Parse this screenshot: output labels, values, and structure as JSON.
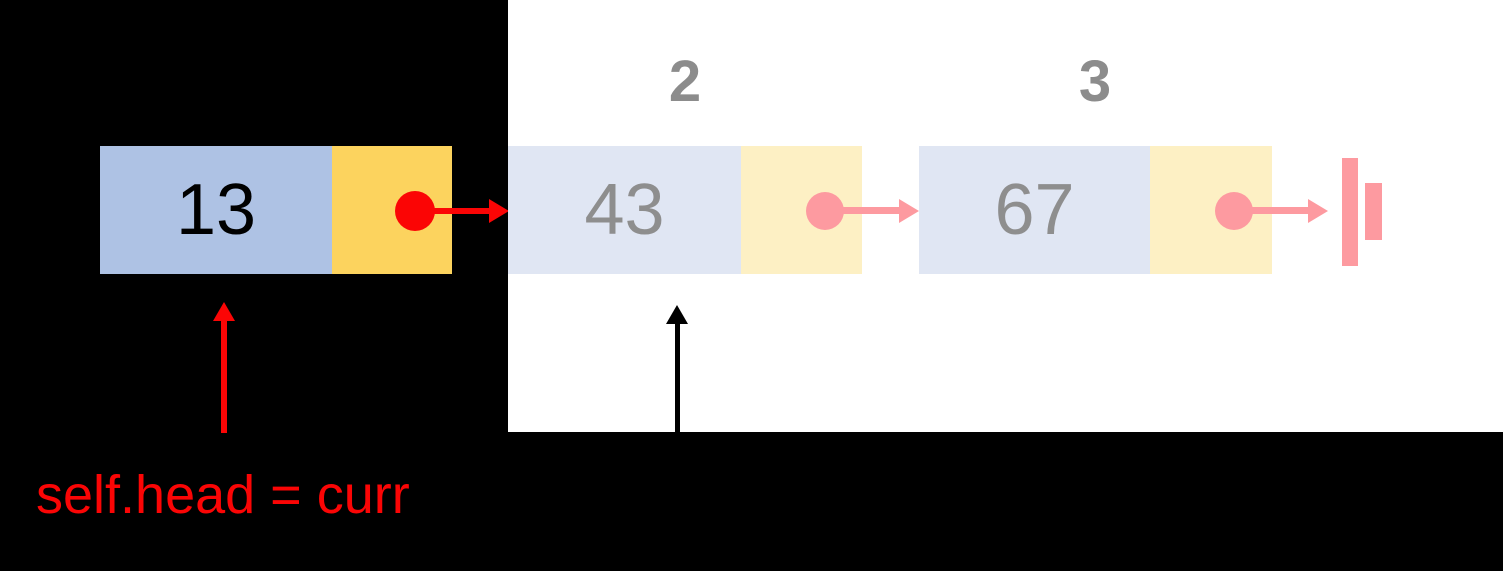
{
  "diagram": {
    "type": "singly-linked-list",
    "caption": "self.head = curr",
    "nodes": [
      {
        "value": "13",
        "index_label": "",
        "state": "current"
      },
      {
        "value": "43",
        "index_label": "2",
        "state": "faded"
      },
      {
        "value": "67",
        "index_label": "3",
        "state": "faded"
      }
    ],
    "pointers": {
      "head_arrow_target": "13",
      "secondary_arrow_target": "43",
      "tail_terminator": "null"
    },
    "colors": {
      "background": "#000000",
      "panel": "#ffffff",
      "node_data_fill": "#aec2e4",
      "node_next_fill": "#fcd35e",
      "node_data_fill_faded": "#e0e6f3",
      "node_next_fill_faded": "#fdf0c4",
      "pointer_active": "#fb0505",
      "pointer_faded": "#fd9aa0",
      "value_text_active": "#000000",
      "value_text_faded": "#8e8e8e",
      "index_label_text": "#8c8c8c",
      "caption_text": "#fb0505"
    }
  }
}
